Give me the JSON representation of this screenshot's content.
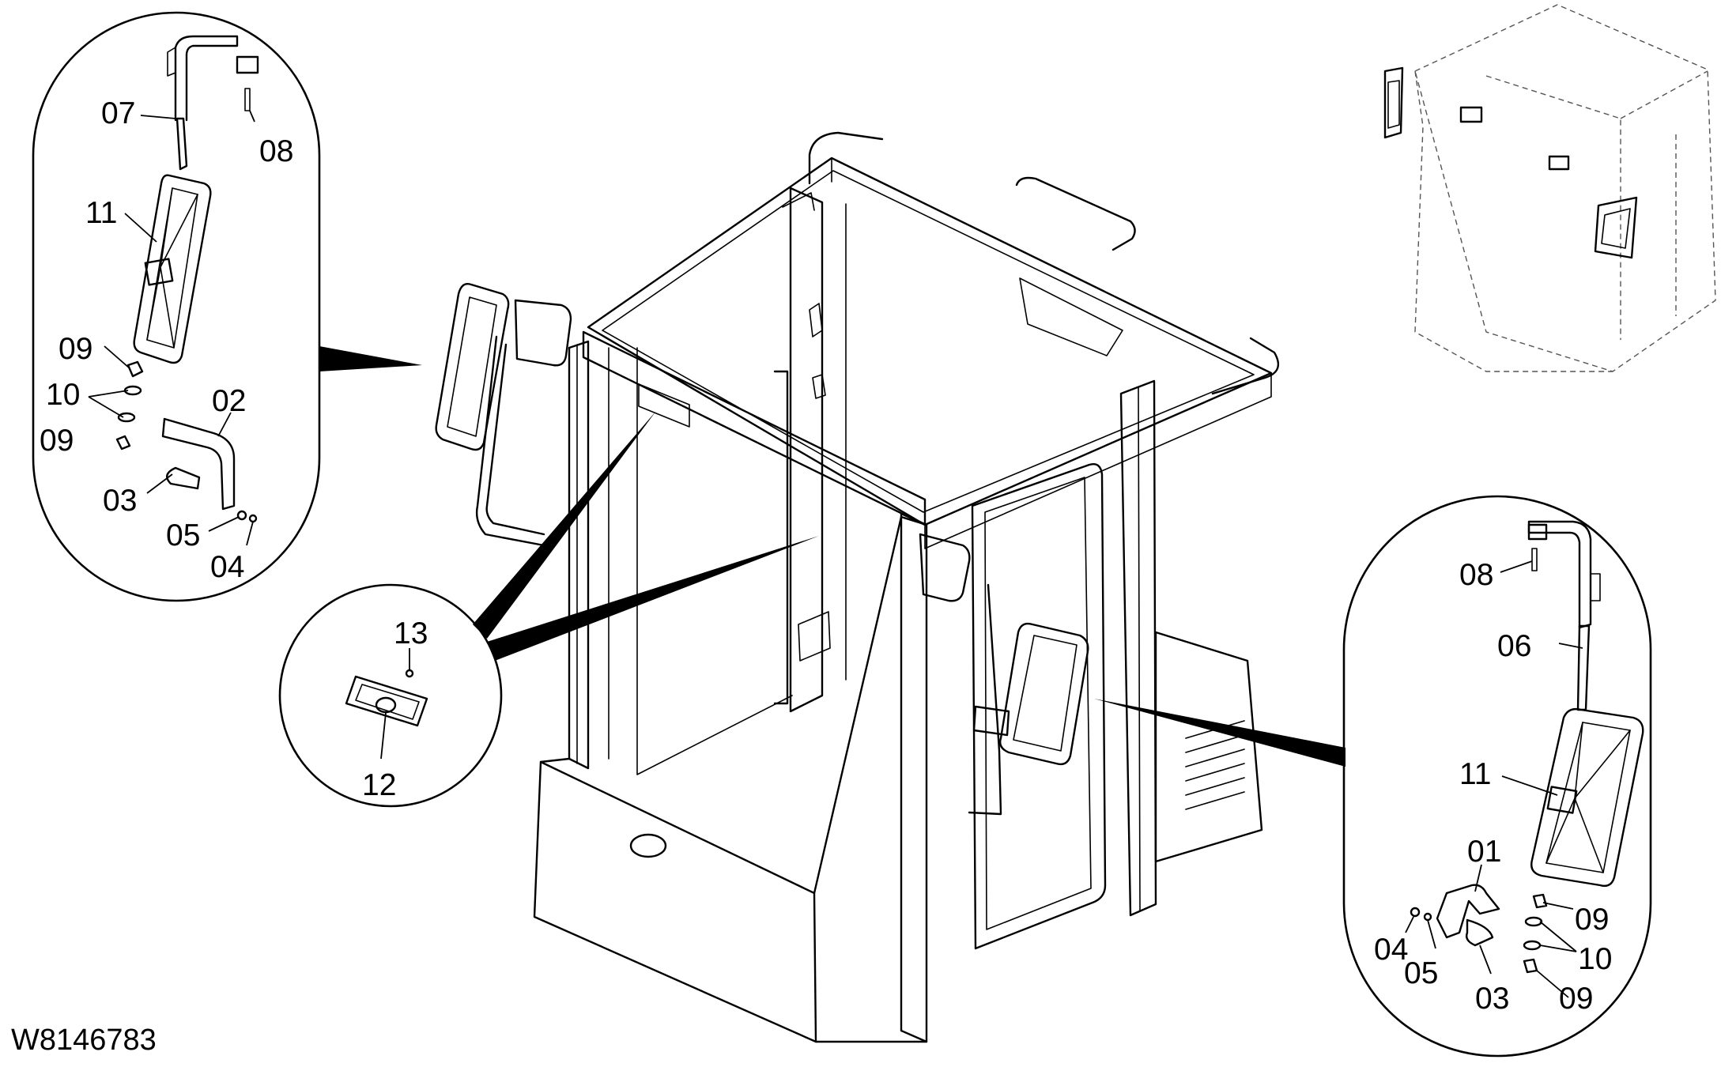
{
  "drawing_number": "W8146783",
  "callouts": {
    "left_detail": {
      "items": [
        "07",
        "08",
        "11",
        "09",
        "10",
        "02",
        "09",
        "03",
        "05",
        "04"
      ]
    },
    "center_detail": {
      "items": [
        "13",
        "12"
      ]
    },
    "right_detail": {
      "items": [
        "08",
        "06",
        "11",
        "01",
        "09",
        "04",
        "05",
        "10",
        "03",
        "09"
      ]
    }
  }
}
